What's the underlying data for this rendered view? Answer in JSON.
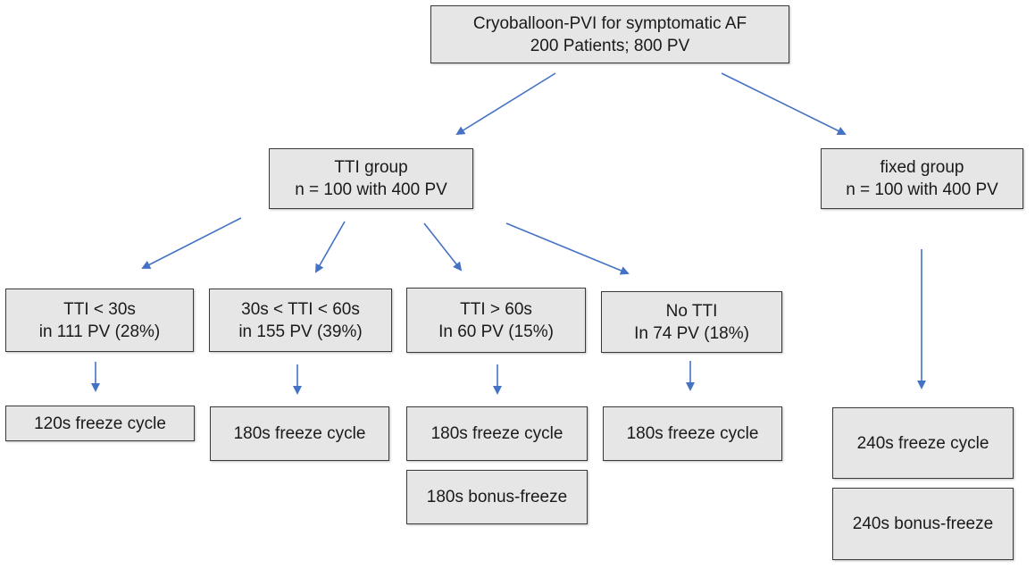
{
  "root": {
    "line1": "Cryoballoon-PVI for symptomatic AF",
    "line2": "200 Patients; 800 PV"
  },
  "tti_group": {
    "line1": "TTI group",
    "line2": "n = 100 with 400 PV"
  },
  "fixed_group": {
    "line1": "fixed group",
    "line2": "n = 100 with 400 PV"
  },
  "subgroups": [
    {
      "line1": "TTI < 30s",
      "line2": "in 111 PV (28%)"
    },
    {
      "line1": "30s < TTI < 60s",
      "line2": "in 155 PV (39%)"
    },
    {
      "line1": "TTI > 60s",
      "line2": "In 60 PV (15%)"
    },
    {
      "line1": "No TTI",
      "line2": "In 74 PV (18%)"
    }
  ],
  "freeze": {
    "lt30": "120s freeze cycle",
    "30to60": "180s freeze cycle",
    "gt60": "180s freeze cycle",
    "gt60_bonus": "180s bonus-freeze",
    "none": "180s freeze cycle",
    "fixed": "240s freeze cycle",
    "fixed_bonus": "240s bonus-freeze"
  },
  "colors": {
    "arrow": "#4472c4",
    "box_fill": "#e6e6e6",
    "box_border": "#3a3a3a"
  }
}
